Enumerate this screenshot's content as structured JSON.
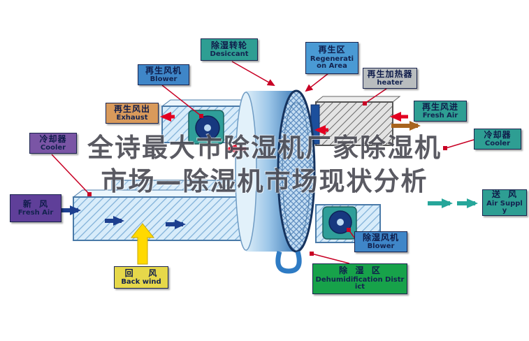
{
  "watermark": {
    "line1": "全诗最大市除湿机厂家除湿机",
    "line2": "市场—除湿机市场现状分析",
    "color": "#4e4e57"
  },
  "labels": {
    "regen_blower": {
      "zh": "再生风机",
      "en": "Blower",
      "bg": "#3f86c8"
    },
    "desiccant": {
      "zh": "除湿转轮",
      "en": "Desiccant",
      "bg": "#2e9e93"
    },
    "regen_area": {
      "zh": "再生区",
      "en": "Regeneration Area",
      "bg": "#4a9ad4"
    },
    "heater": {
      "zh": "再生加热器",
      "en": "heater",
      "bg": "#b9bdbf"
    },
    "exhaust": {
      "zh": "再生风出",
      "en": "Exhaust",
      "bg": "#d99a5b"
    },
    "regen_fresh_air": {
      "zh": "再生风进",
      "en": "Fresh Air",
      "bg": "#2e9e93"
    },
    "cooler_left": {
      "zh": "冷却器",
      "en": "Cooler",
      "bg": "#7a55a5"
    },
    "cooler_right": {
      "zh": "冷却器",
      "en": "Cooler",
      "bg": "#2e9e93"
    },
    "fresh_air": {
      "zh": "新  风",
      "en": "Fresh Air",
      "bg": "#5f3f99"
    },
    "air_supply": {
      "zh": "送  风",
      "en": "Air Supply",
      "bg": "#2e9e93"
    },
    "back_wind": {
      "zh": "回    风",
      "en": "Back wind",
      "bg": "#e6d84a"
    },
    "dehumid_blower": {
      "zh": "除湿风机",
      "en": "Blower",
      "bg": "#3f86c8"
    },
    "dehumid_district": {
      "zh": "除  湿  区",
      "en": "Dehumidification District",
      "bg": "#17a24a"
    }
  },
  "diagram": {
    "wheel_color": "#3f7cb8",
    "duct_color": "#d8ecfa",
    "connector_color": "#c80024",
    "return_arrow_color": "#ffd900",
    "process_arrow_color": "#1d3f8f",
    "supply_arrow_color": "#26a69a",
    "regen_arrow_color": "#e30021",
    "heat_arrow_color": "#a8641e"
  }
}
